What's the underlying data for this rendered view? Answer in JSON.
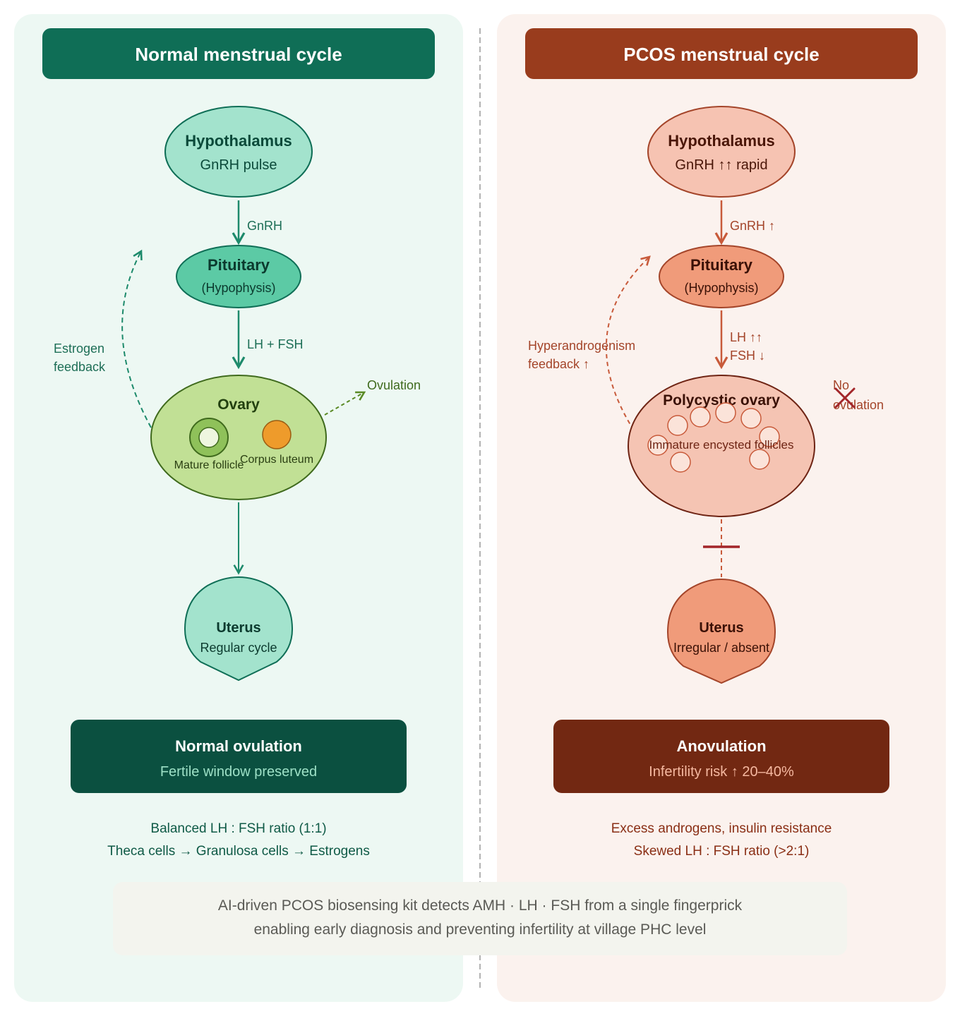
{
  "normal": {
    "header": "Normal menstrual cycle",
    "hypothalamus": {
      "title": "Hypothalamus",
      "sub": "GnRH pulse"
    },
    "gnrh_label": "GnRH",
    "pituitary": {
      "title": "Pituitary",
      "sub": "(Hypophysis)"
    },
    "lh_fsh_label": "LH + FSH",
    "feedback_label": [
      "Estrogen",
      "feedback"
    ],
    "ovary": {
      "title": "Ovary",
      "follicle_label": "Mature follicle",
      "corpus_label": "Corpus luteum"
    },
    "ovulation_label": "Ovulation",
    "uterus": {
      "title": "Uterus",
      "sub": "Regular cycle"
    },
    "result": {
      "title": "Normal ovulation",
      "sub": "Fertile window preserved"
    },
    "notes": [
      "Balanced LH : FSH ratio (1:1)",
      "Theca cells → Granulosa cells → Estrogens"
    ]
  },
  "pcos": {
    "header": "PCOS menstrual cycle",
    "hypothalamus": {
      "title": "Hypothalamus",
      "sub": "GnRH ↑↑ rapid"
    },
    "gnrh_label": "GnRH ↑",
    "pituitary": {
      "title": "Pituitary",
      "sub": "(Hypophysis)"
    },
    "lh_label": "LH ↑↑",
    "fsh_label": "FSH ↓",
    "feedback_label": [
      "Hyperandrogenism",
      "feedback ↑"
    ],
    "ovary": {
      "title": "Polycystic ovary",
      "follicles_label": "Immature encysted follicles"
    },
    "no_ovulation_label": [
      "No",
      "ovulation"
    ],
    "uterus": {
      "title": "Uterus",
      "sub": "Irregular / absent"
    },
    "result": {
      "title": "Anovulation",
      "sub": "Infertility risk ↑ 20–40%"
    },
    "notes": [
      "Excess androgens, insulin resistance",
      "Skewed LH : FSH ratio (>2:1)"
    ]
  },
  "footer": {
    "lines": [
      "AI-driven PCOS biosensing kit detects AMH · LH · FSH from a single fingerprick",
      "enabling early diagnosis and preventing infertility at village PHC level"
    ]
  },
  "colors": {
    "normal_panel_bg": "#edf8f3",
    "normal_header": "#0f6e56",
    "normal_result": "#0b5040",
    "pcos_panel_bg": "#fbf2ee",
    "pcos_header": "#993c1d",
    "pcos_result": "#722812"
  }
}
